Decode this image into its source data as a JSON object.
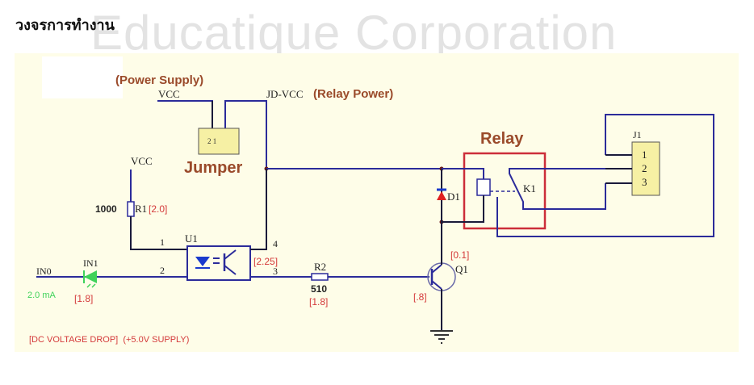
{
  "page": {
    "title": "วงจรการทำงาน",
    "watermark": "Educatique Corporation"
  },
  "colors": {
    "wire": "#2b2b9a",
    "wire_dark": "#1a1a3a",
    "label_brown": "#9a4a2a",
    "label_red": "#d43a3a",
    "label_green": "#3fd25a",
    "relay_box": "#cc2e3a",
    "component_fill": "#f6f0a4",
    "background": "#fefde8"
  },
  "diagram": {
    "power_supply_label": "(Power Supply)",
    "vcc_top": "VCC",
    "jd_vcc": "JD-VCC",
    "relay_power_label": "(Relay Power)",
    "jumper_label": "Jumper",
    "jumper_pins": "2 1",
    "vcc_left": "VCC",
    "r1": {
      "name": "R1",
      "value": "1000",
      "voltage": "[2.0]"
    },
    "u1": {
      "name": "U1",
      "pin1": "1",
      "pin2": "2",
      "pin3": "3",
      "pin4": "4",
      "voltage": "[2.25]"
    },
    "in0": "IN0",
    "in1": {
      "name": "IN1",
      "current": "2.0 mA",
      "voltage": "[1.8]"
    },
    "r2": {
      "name": "R2",
      "value": "510",
      "voltage": "[1.8]"
    },
    "q1": {
      "name": "Q1",
      "collector_voltage": "[0.1]",
      "base_voltage": "[.8]"
    },
    "d1": "D1",
    "relay_label": "Relay",
    "k1": "K1",
    "j1": {
      "name": "J1",
      "pins": [
        "1",
        "2",
        "3"
      ]
    },
    "footer": "[DC VOLTAGE DROP]  (+5.0V SUPPLY)"
  }
}
